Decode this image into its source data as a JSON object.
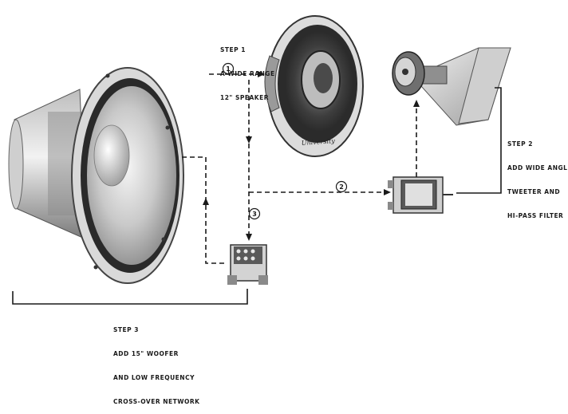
{
  "steps": {
    "step1": {
      "line1": "STEP 1",
      "line2": "A WIDE RANGE",
      "line3": "12\" SPEAKER"
    },
    "step2": {
      "line1": "STEP 2",
      "line2": "ADD WIDE ANGLE",
      "line3": "TWEETER AND",
      "line4": "HI-PASS FILTER"
    },
    "step3": {
      "line1": "STEP 3",
      "line2": "ADD 15\" WOOFER",
      "line3": "AND LOW FREQUENCY",
      "line4": "CROSS-OVER NETWORK"
    }
  },
  "markers": {
    "m1": "1",
    "m2": "2",
    "m3": "3"
  },
  "brand": "University",
  "colors": {
    "ink": "#1a1a1a",
    "metal_light": "#e6e6e6",
    "metal_dark": "#3a3a3a"
  }
}
